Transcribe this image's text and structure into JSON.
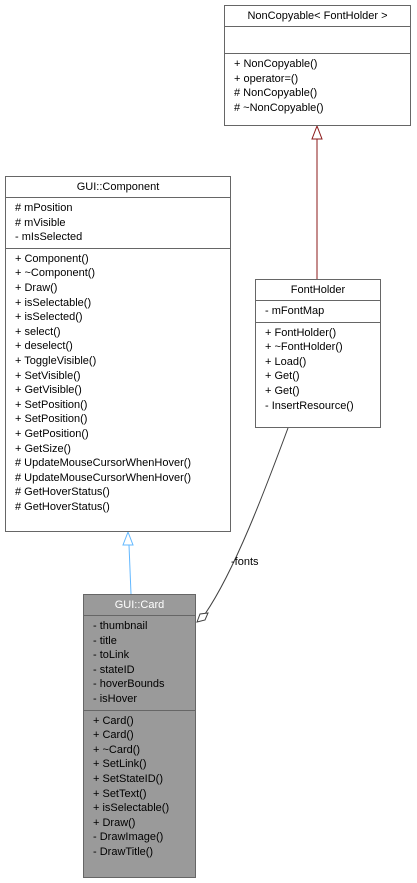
{
  "classes": {
    "noncopyable": {
      "title": "NonCopyable< FontHolder >",
      "attributes": [],
      "methods": [
        "+ NonCopyable()",
        "+ operator=()",
        "# NonCopyable()",
        "# ~NonCopyable()"
      ]
    },
    "component": {
      "title": "GUI::Component",
      "attributes": [
        "# mPosition",
        "# mVisible",
        "- mIsSelected"
      ],
      "methods": [
        "+ Component()",
        "+ ~Component()",
        "+ Draw()",
        "+ isSelectable()",
        "+ isSelected()",
        "+ select()",
        "+ deselect()",
        "+ ToggleVisible()",
        "+ SetVisible()",
        "+ GetVisible()",
        "+ SetPosition()",
        "+ SetPosition()",
        "+ GetPosition()",
        "+ GetSize()",
        "# UpdateMouseCursorWhenHover()",
        "# UpdateMouseCursorWhenHover()",
        "# GetHoverStatus()",
        "# GetHoverStatus()"
      ]
    },
    "fontholder": {
      "title": "FontHolder",
      "attributes": [
        "- mFontMap"
      ],
      "methods": [
        "+ FontHolder()",
        "+ ~FontHolder()",
        "+ Load()",
        "+ Get()",
        "+ Get()",
        "- InsertResource()"
      ]
    },
    "card": {
      "title": "GUI::Card",
      "attributes": [
        "- thumbnail",
        "- title",
        "- toLink",
        "- stateID",
        "- hoverBounds",
        "- isHover"
      ],
      "methods": [
        "+ Card()",
        "+ Card()",
        "+ ~Card()",
        "+ SetLink()",
        "+ SetStateID()",
        "+ SetText()",
        "+ isSelectable()",
        "+ Draw()",
        "- DrawImage()",
        "- DrawTitle()"
      ]
    }
  },
  "edges": {
    "fonts_label": "-fonts"
  },
  "colors": {
    "inherit_private": "#8b1a1a",
    "inherit_public": "#63b8ff",
    "composition": "#404040",
    "highlight_fill": "#9a9a9a"
  }
}
